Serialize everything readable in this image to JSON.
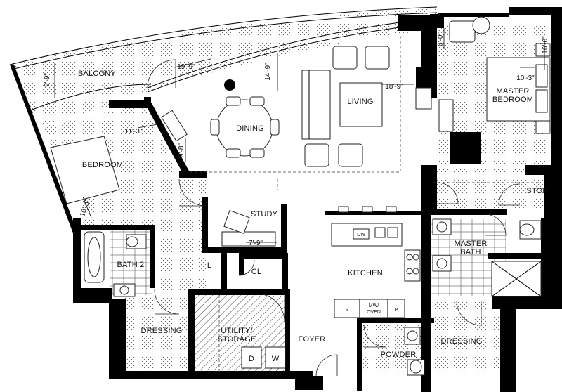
{
  "rooms": {
    "balcony": "BALCONY",
    "dining": "DINING",
    "living": "LIVING",
    "master_bedroom_1": "MASTER",
    "master_bedroom_2": "BEDROOM",
    "bedroom": "BEDROOM",
    "study": "STUDY",
    "stor": "STOR",
    "master_bath_1": "MASTER",
    "master_bath_2": "BATH",
    "bath2": "BATH 2",
    "l": "L",
    "cl": "CL",
    "kitchen": "KITCHEN",
    "dressing_left": "DRESSING",
    "utility_1": "UTILITY/",
    "utility_2": "STORAGE",
    "foyer": "FOYER",
    "powder": "POWDER",
    "dressing_right": "DRESSING"
  },
  "appliances": {
    "dw": "DW",
    "r": "R",
    "mw_oven_1": "MW/",
    "mw_oven_2": "OVEN",
    "p": "P",
    "dryer": "D",
    "washer": "W"
  },
  "dimensions": {
    "balcony_depth": "9'-9\"",
    "balcony_width": "19'-9\"",
    "living_depth": "14'-9\"",
    "living_width": "18'-9\"",
    "master_depth": "6'-0\"",
    "master_width": "10'-3\"",
    "master_length": "16'-0\"",
    "bedroom_width": "11'-3\"",
    "bedroom_depth": "9'-8\"",
    "bedroom_length": "10'-5\"",
    "study_width": "7'-9\""
  }
}
